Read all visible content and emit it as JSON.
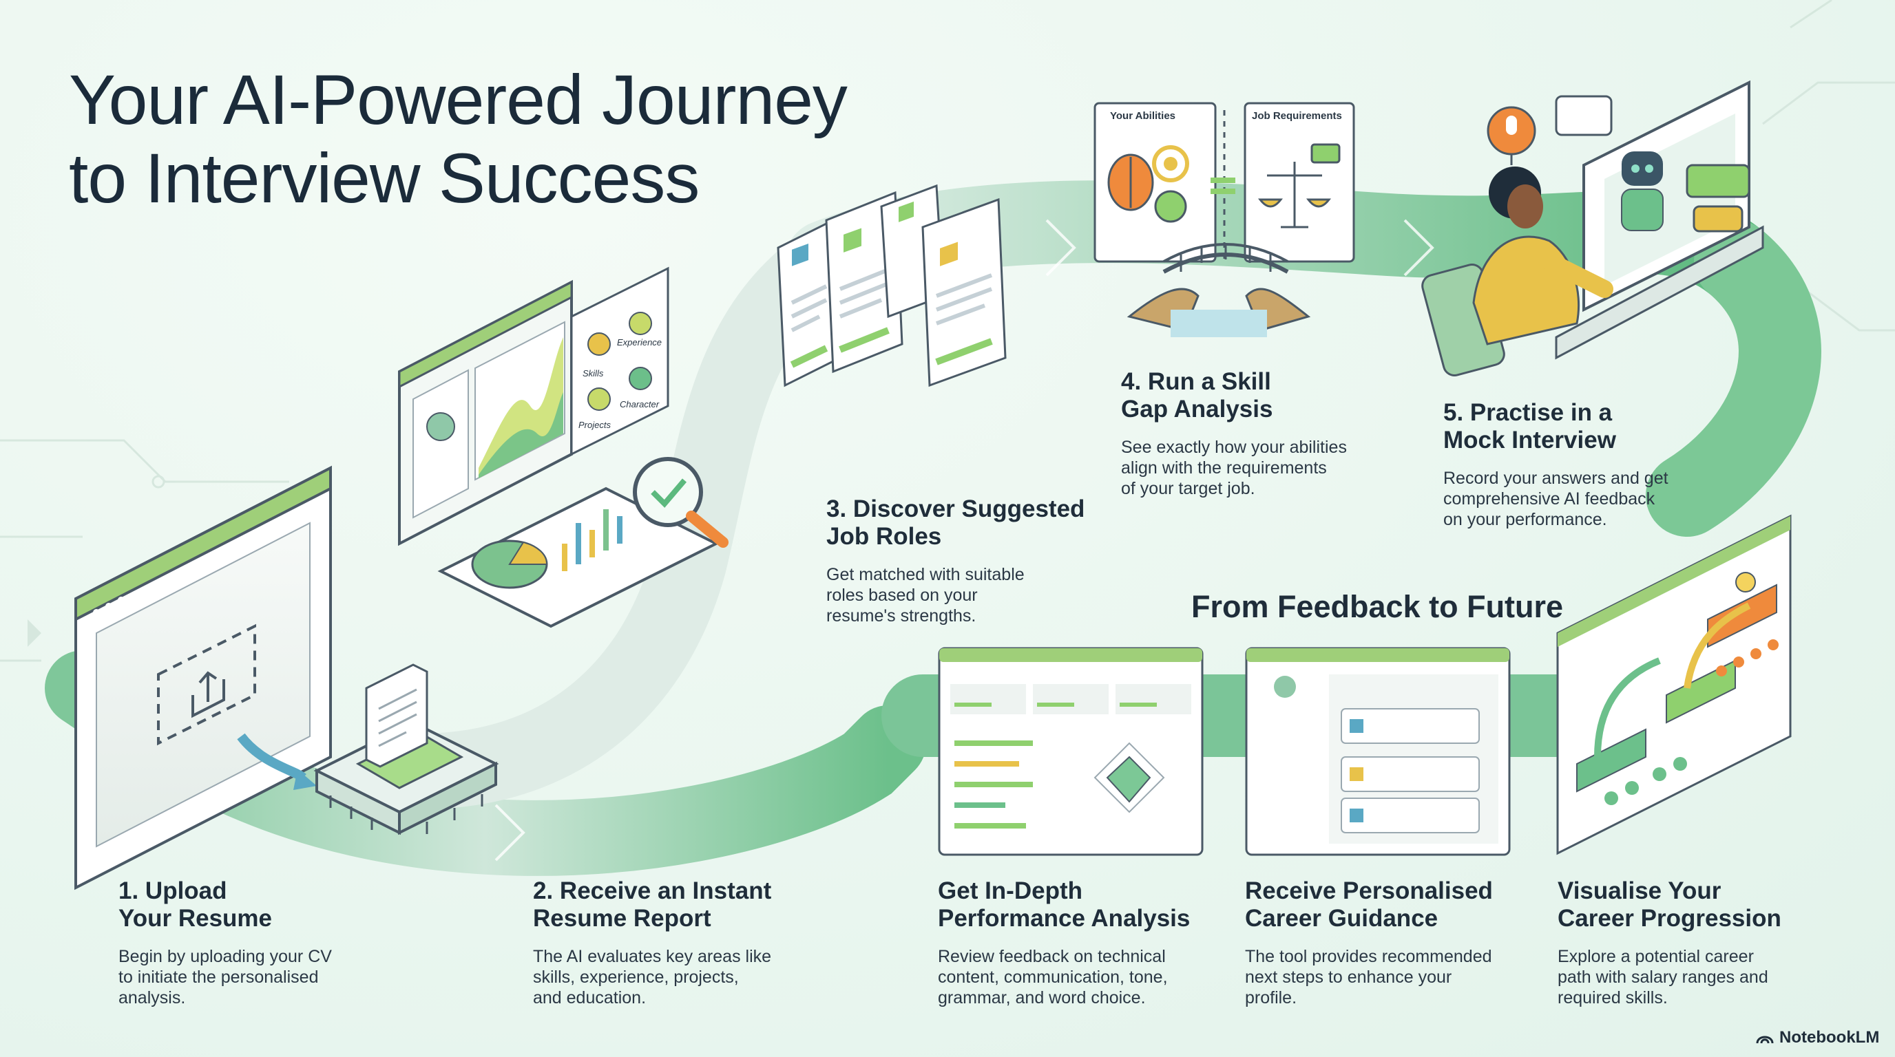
{
  "title": {
    "line1": "Your AI-Powered Journey",
    "line2": "to Interview Success"
  },
  "steps": [
    {
      "heading_line1": "1. Upload",
      "heading_line2": "Your Resume",
      "body": [
        "Begin by uploading your CV",
        "to initiate the personalised",
        "analysis."
      ]
    },
    {
      "heading_line1": "2. Receive an Instant",
      "heading_line2": "Resume Report",
      "body": [
        "The AI evaluates key areas like",
        "skills, experience, projects,",
        "and education."
      ]
    },
    {
      "heading_line1": "3. Discover Suggested",
      "heading_line2": "Job Roles",
      "body": [
        "Get matched with suitable",
        "roles based on your",
        "resume's strengths."
      ]
    },
    {
      "heading_line1": "4. Run a Skill",
      "heading_line2": "Gap Analysis",
      "body": [
        "See exactly how your abilities",
        "align with the requirements",
        "of your target job."
      ]
    },
    {
      "heading_line1": "5. Practise in a",
      "heading_line2": "Mock Interview",
      "body": [
        "Record your answers and get",
        "comprehensive AI feedback",
        "on your performance."
      ]
    }
  ],
  "section": {
    "heading": "From Feedback to Future",
    "items": [
      {
        "heading_line1": "Get In-Depth",
        "heading_line2": "Performance Analysis",
        "body": [
          "Review feedback on technical",
          "content, communication, tone,",
          "grammar, and word choice."
        ]
      },
      {
        "heading_line1": "Receive Personalised",
        "heading_line2": "Career Guidance",
        "body": [
          "The tool provides recommended",
          "next steps to enhance your",
          "profile."
        ]
      },
      {
        "heading_line1": "Visualise Your",
        "heading_line2": "Career Progression",
        "body": [
          "Explore a potential career",
          "path with salary ranges and",
          "required skills."
        ]
      }
    ]
  },
  "illustration": {
    "report_cards": [
      "Skills",
      "Experience",
      "Projects",
      "Character"
    ],
    "gap_left": "Your Abilities",
    "gap_right": "Job Requirements"
  },
  "brand": "NotebookLM",
  "colors": {
    "path_green": "#6cc08b",
    "accent_yellow": "#e8c24a",
    "accent_orange": "#ef8a3c",
    "text_dark": "#1f2d3a"
  },
  "icons": [
    "upload-icon",
    "magnifier-check-icon",
    "microphone-icon",
    "robot-icon",
    "scales-icon",
    "brain-icon",
    "target-icon",
    "lightbulb-icon"
  ]
}
